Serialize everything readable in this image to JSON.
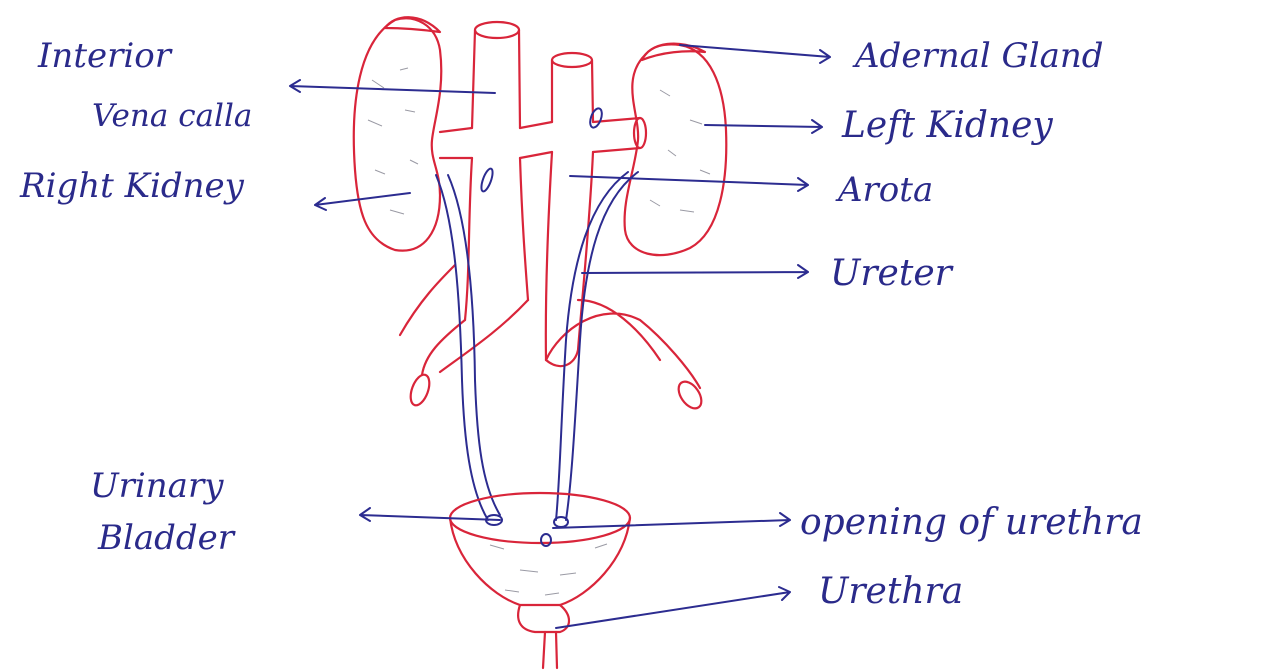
{
  "labels": {
    "inferior_vena_cava_line1": "Interior",
    "inferior_vena_cava_line2": "Vena calla",
    "right_kidney": "Right Kidney",
    "adrenal_gland": "Adernal Gland",
    "left_kidney": "Left Kidney",
    "aorta": "Arota",
    "ureter": "Ureter",
    "urinary_bladder_line1": "Urinary",
    "urinary_bladder_line2": "Bladder",
    "opening_of_urethra": "opening of urethra",
    "urethra": "Urethra"
  },
  "colors": {
    "organ_outline": "#d9253a",
    "label_ink": "#2a2a8a",
    "shading": "#9a9aa4"
  }
}
